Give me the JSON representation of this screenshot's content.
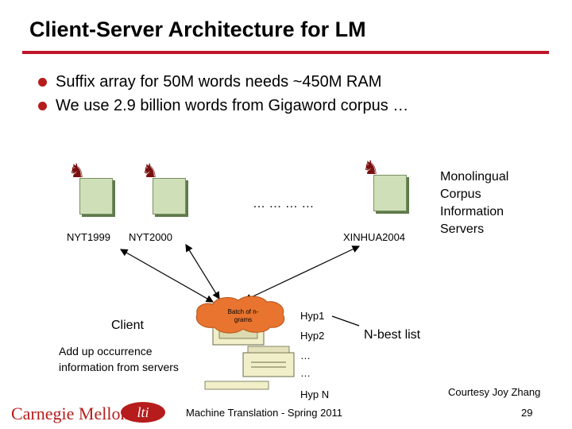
{
  "slide": {
    "title": "Client-Server Architecture for LM",
    "bullets": [
      "Suffix array for 50M words needs ~450M RAM",
      "We use 2.9 billion words from Gigaword corpus …"
    ]
  },
  "servers": {
    "labels": [
      "NYT1999",
      "NYT2000",
      "XINHUA2004"
    ],
    "ellipsis": "… … … …",
    "group_label_lines": [
      "Monolingual",
      "Corpus",
      "Information",
      "Servers"
    ]
  },
  "client": {
    "label": "Client",
    "note_lines": [
      "Add up occurrence",
      "information from servers"
    ],
    "cloud_lines": [
      "Batch of n-",
      "grams"
    ]
  },
  "hyps": {
    "items": [
      "Hyp1",
      "Hyp2",
      "…",
      "…",
      "Hyp N"
    ],
    "nbest": "N-best list"
  },
  "footer": {
    "logo": "Carnegie Mellon",
    "badge": "lti",
    "center": "Machine Translation - Spring 2011",
    "credit": "Courtesy Joy Zhang",
    "page": "29"
  },
  "colors": {
    "accent": "#c0152a",
    "logo": "#b71c1c",
    "server": "#cfe0b8",
    "cloud": "#e8742f",
    "computer": "#f1efc9"
  }
}
